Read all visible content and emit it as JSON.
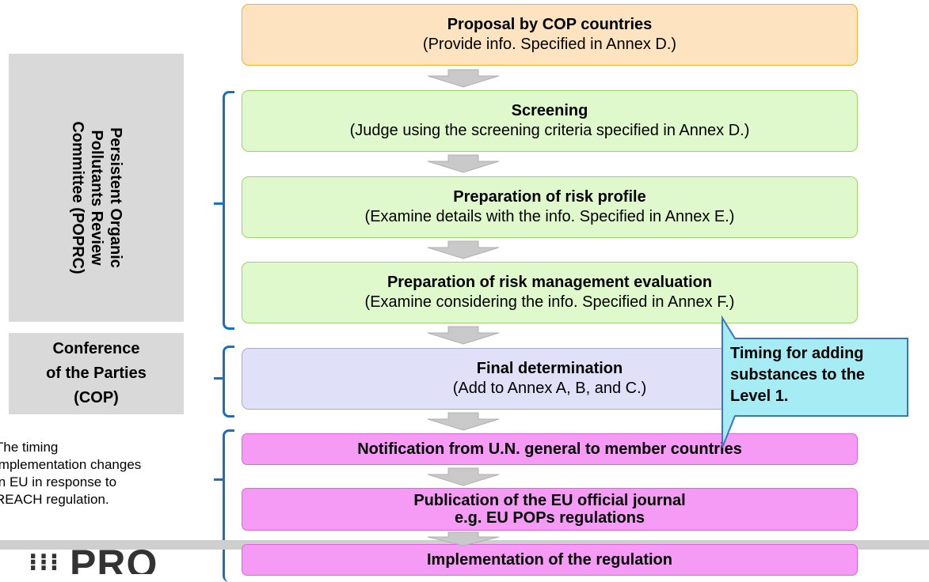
{
  "committee": {
    "poprc_lines": [
      "Persistent Organic",
      "Pollutants Review",
      "Committee (POPRC)"
    ],
    "cop_lines": [
      "Conference",
      "of the Parties",
      "(COP)"
    ]
  },
  "steps": {
    "proposal": {
      "title": "Proposal by COP countries",
      "sub": "(Provide info. Specified in Annex D.)"
    },
    "screening": {
      "title": "Screening",
      "sub": "(Judge using the screening criteria specified in Annex D.)"
    },
    "risk_profile": {
      "title": "Preparation of risk profile",
      "sub": "(Examine details with the info. Specified in Annex E.)"
    },
    "risk_eval": {
      "title": "Preparation of risk management evaluation",
      "sub": "(Examine considering the info. Specified in Annex F.)"
    },
    "final": {
      "title": "Final determination",
      "sub": "(Add to Annex A, B, and C.)"
    },
    "notification": {
      "title": "Notification from U.N. general to member countries"
    },
    "publication": {
      "title_line1": "Publication of the EU official journal",
      "title_line2": "e.g. EU POPs regulations"
    },
    "implementation": {
      "title": "Implementation of the regulation"
    }
  },
  "callout": {
    "lines": [
      "Timing for adding",
      "substances to the",
      "Level 1."
    ]
  },
  "note": {
    "lines": [
      "The timing",
      "implementation changes",
      "in EU in response to",
      "REACH regulation."
    ]
  },
  "logo": {
    "text": "PRO"
  },
  "colors": {
    "bracket": "#1a6fc4",
    "callout_fill": "#a6ecf5",
    "pink": "#f59af5"
  }
}
